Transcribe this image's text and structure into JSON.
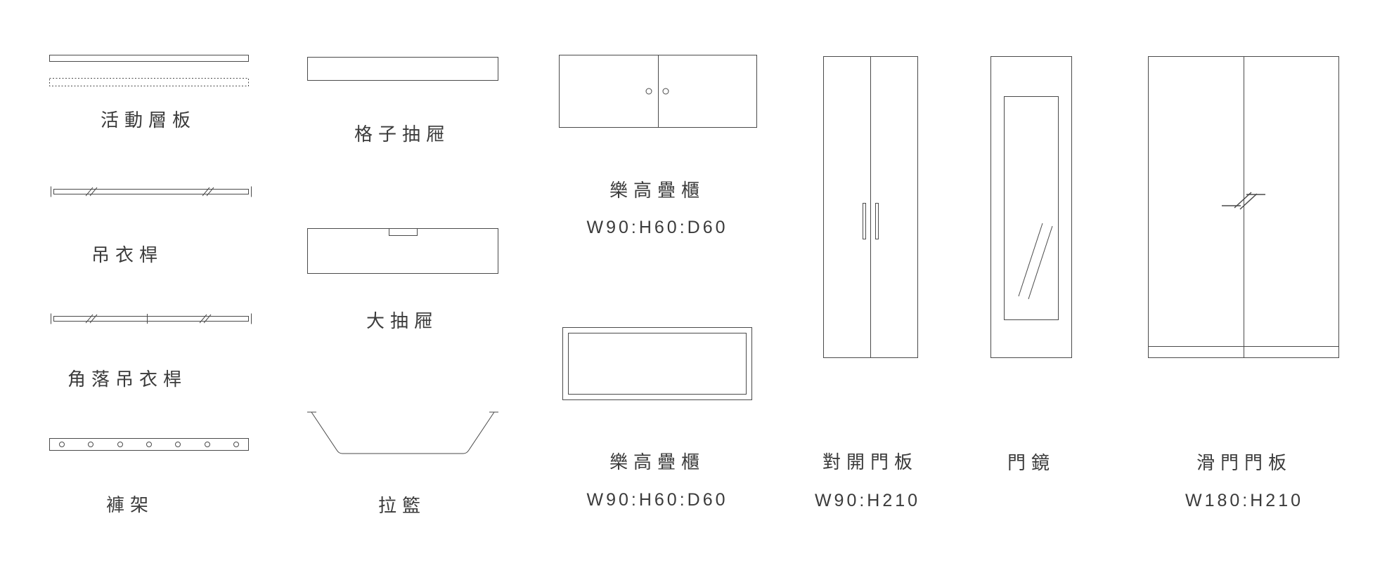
{
  "palette": {
    "background": "#ffffff",
    "line_color": "#4a4a4a",
    "text_color": "#3b3b3b"
  },
  "items": {
    "shelf": {
      "label": "活動層板"
    },
    "rod": {
      "label": "吊衣桿"
    },
    "corner_rod": {
      "label": "角落吊衣桿"
    },
    "pants_rack": {
      "label": "褲架"
    },
    "grid_drawer": {
      "label": "格子抽屜"
    },
    "big_drawer": {
      "label": "大抽屜"
    },
    "basket": {
      "label": "拉籃"
    },
    "lego_top": {
      "label": "樂高疊櫃",
      "size": "W90:H60:D60"
    },
    "lego_front": {
      "label": "樂高疊櫃",
      "size": "W90:H60:D60"
    },
    "double_door": {
      "label": "對開門板",
      "size": "W90:H210"
    },
    "mirror_door": {
      "label": "門鏡"
    },
    "sliding_door": {
      "label": "滑門門板",
      "size": "W180:H210"
    }
  }
}
